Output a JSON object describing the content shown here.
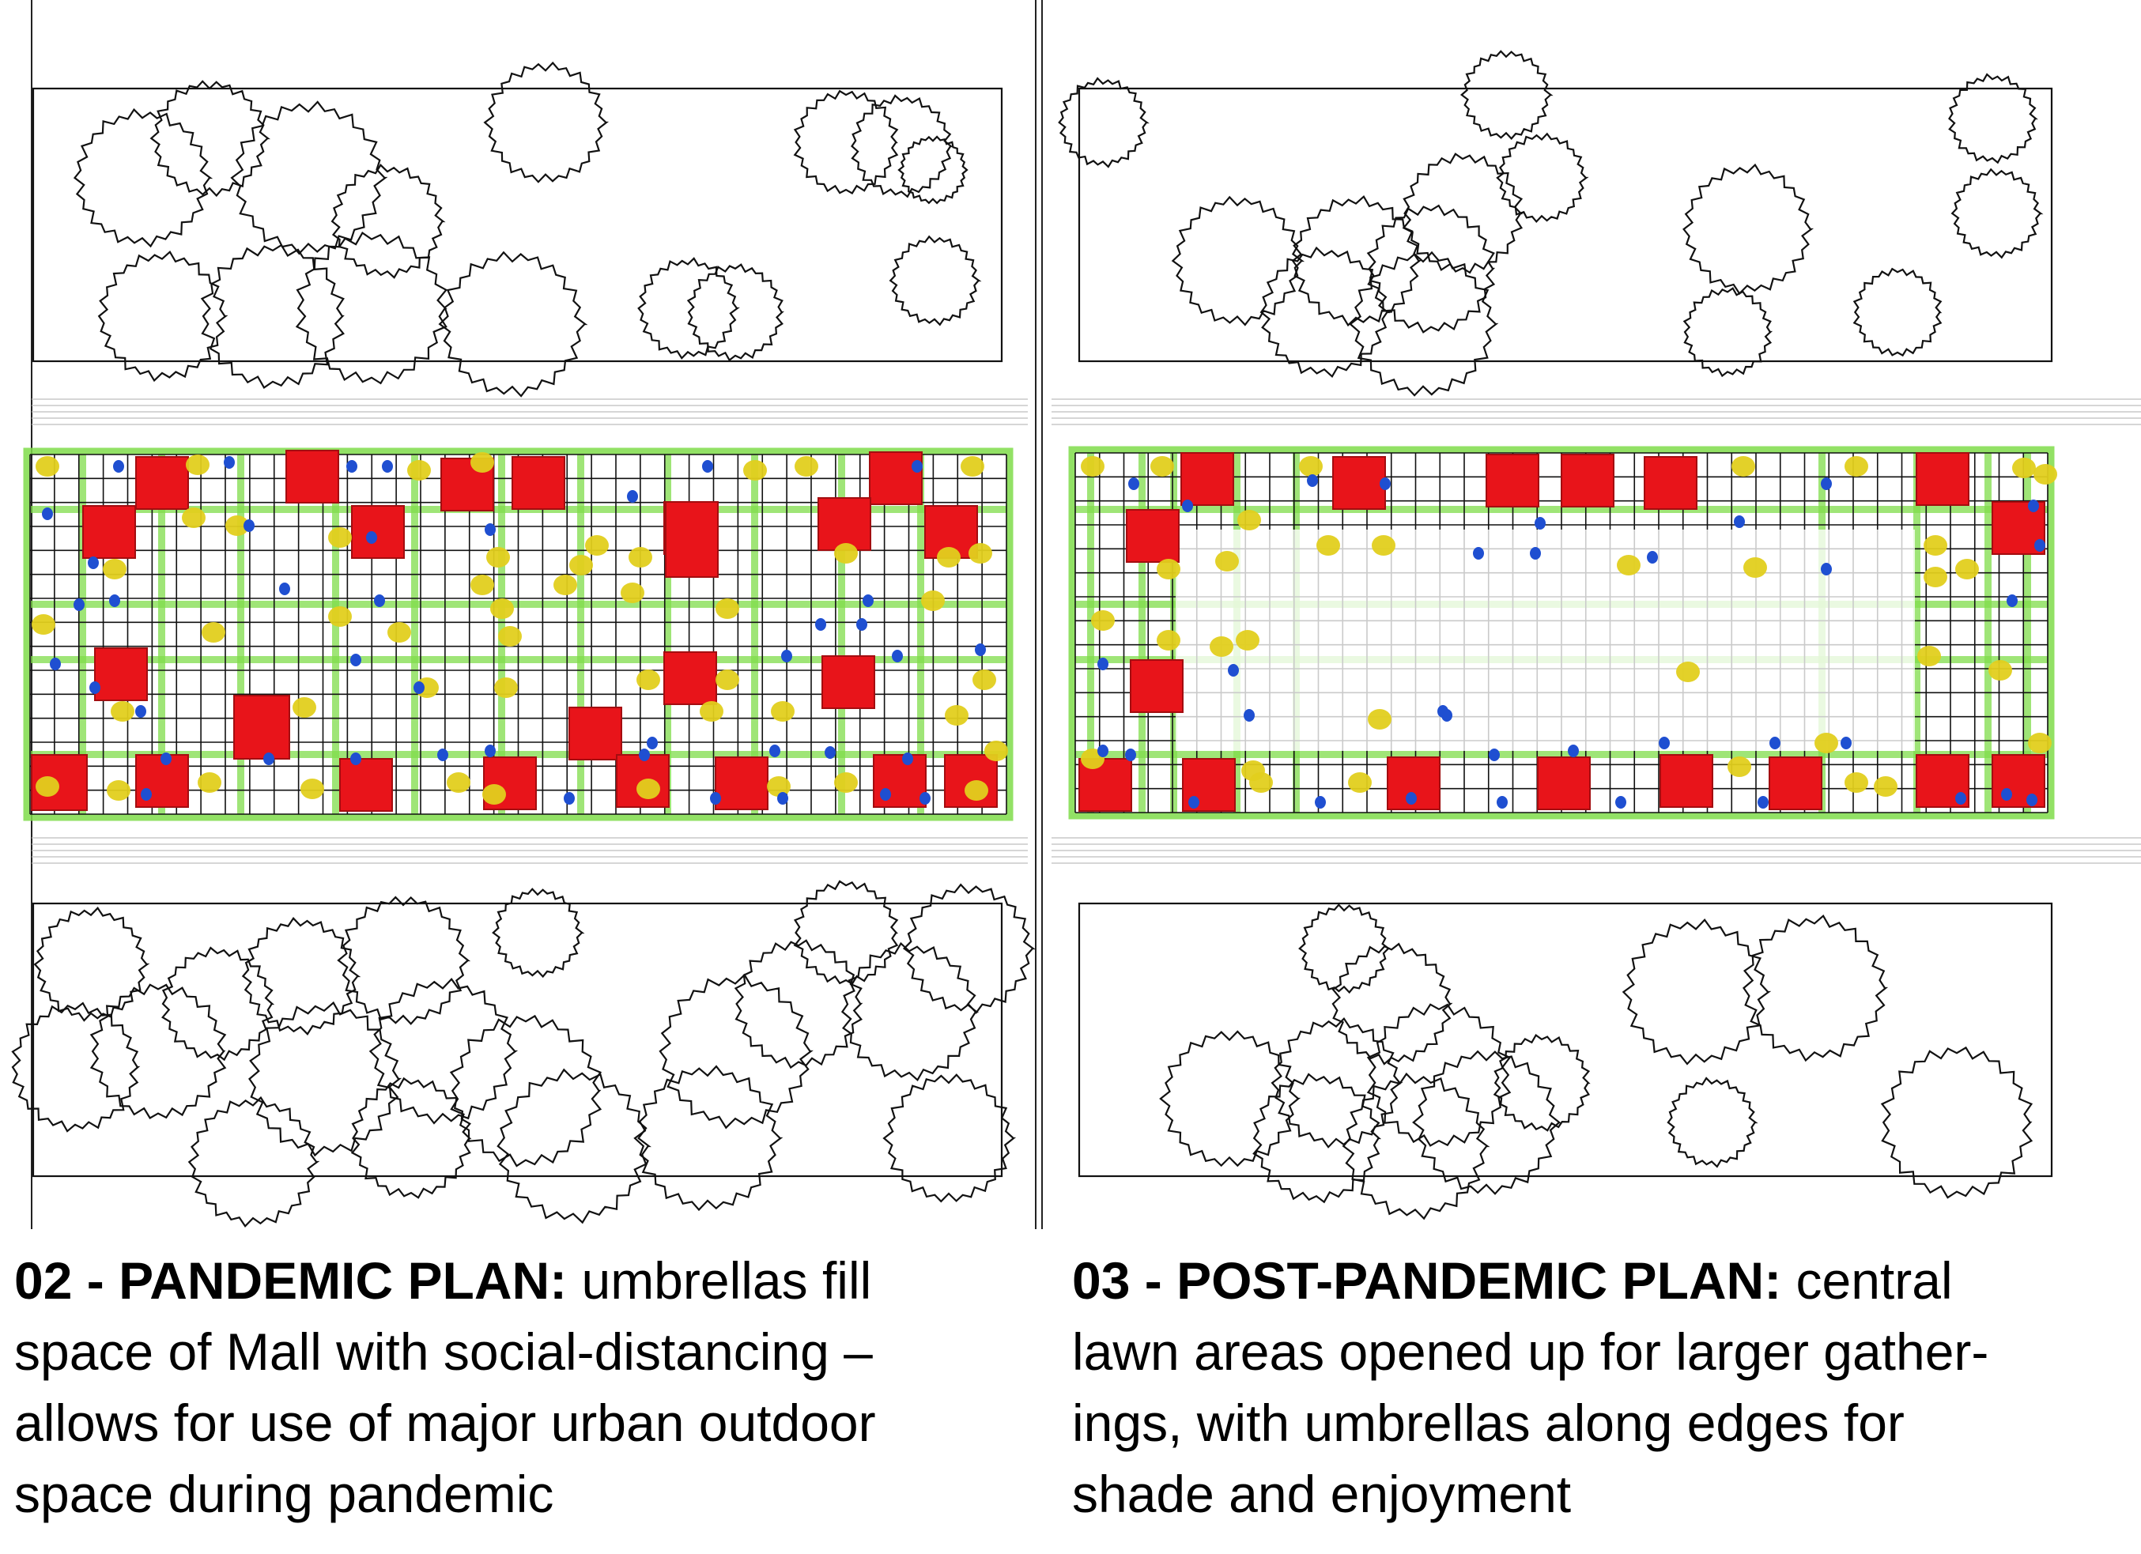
{
  "captions": {
    "left": {
      "heading": "02 - PANDEMIC PLAN:",
      "lines": [
        " umbrellas fill",
        "space of Mall with social-distancing –",
        "allows for use of major urban outdoor",
        "space during pandemic"
      ]
    },
    "right": {
      "heading": "03 - POST-PANDEMIC PLAN:",
      "lines": [
        " central",
        "lawn areas opened up for larger gather-",
        "ings, with umbrellas along edges for",
        "shade and enjoyment"
      ]
    }
  },
  "colors": {
    "umbrella": "#e8141a",
    "table": "#e2cf1e",
    "seat": "#1f4fd1",
    "path": "#7fdc4a",
    "grid": "#111111",
    "tree": "#111111"
  },
  "icons": [
    "tree-canopy-icon",
    "umbrella-icon",
    "table-icon",
    "seat-icon"
  ]
}
